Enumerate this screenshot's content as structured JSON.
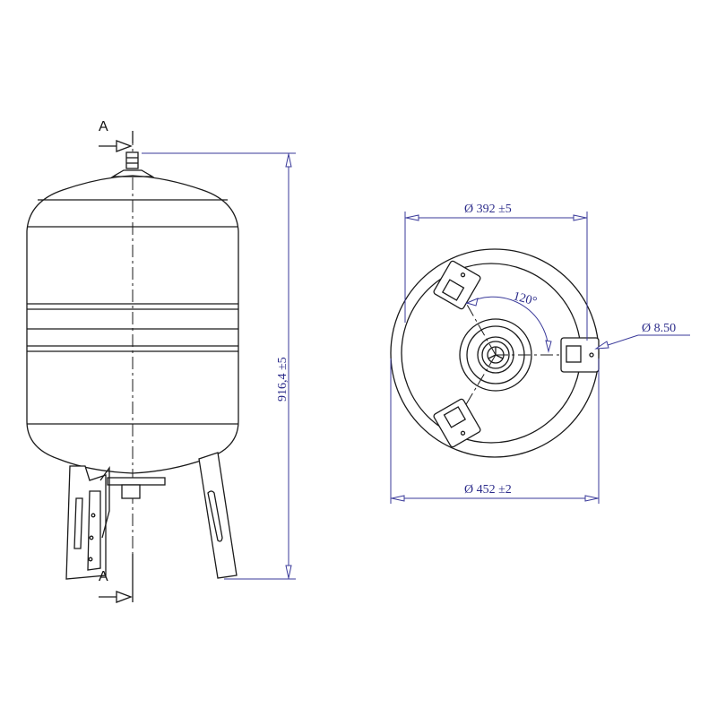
{
  "side_view": {
    "section_label_top": "A",
    "section_label_bottom": "A",
    "height_dimension": "916,4 ±5"
  },
  "bottom_view": {
    "inner_diameter": "Ø 392 ±5",
    "outer_diameter": "Ø 452 ±2",
    "hole_diameter": "Ø 8.50",
    "leg_angle": "120°"
  },
  "colors": {
    "outline": "#1a1a1a",
    "dimension": "#3a3a9a"
  }
}
